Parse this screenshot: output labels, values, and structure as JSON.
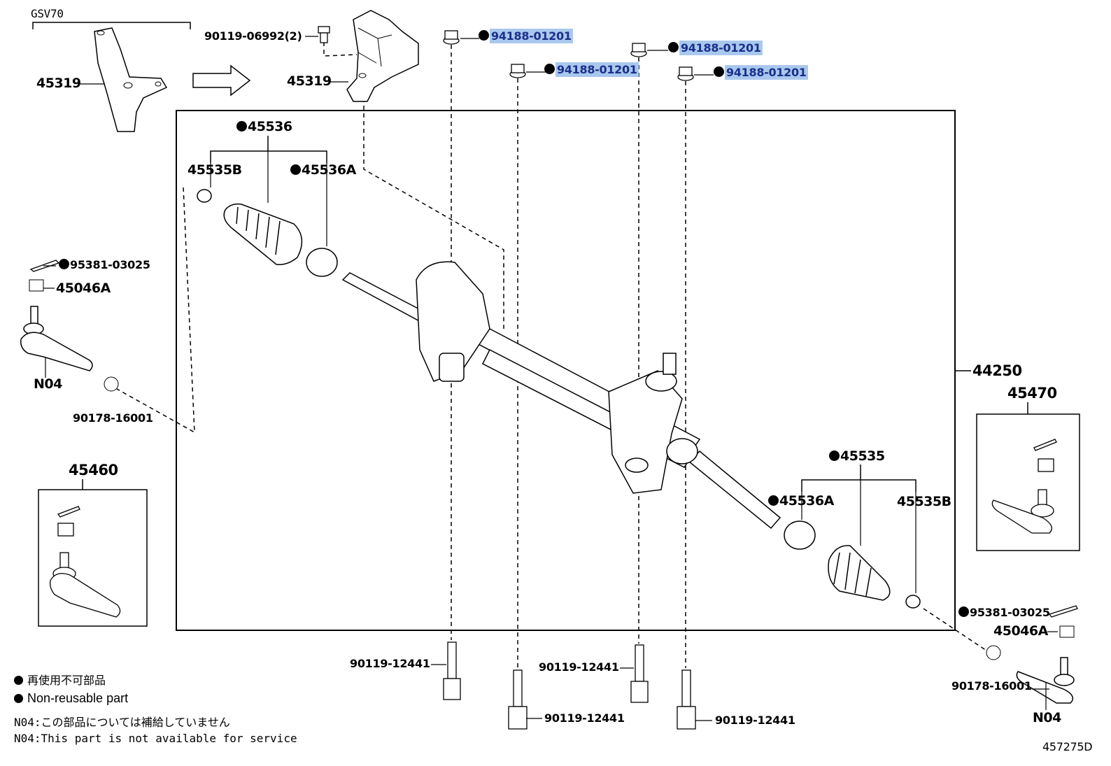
{
  "diagram": {
    "model_code": "GSV70",
    "figure_number": "457275D",
    "parts": {
      "bracket_left": "45319",
      "bracket_right": "45319",
      "bracket_bolt": "90119-06992(2)",
      "nut_1": "94188-01201",
      "nut_2": "94188-01201",
      "nut_3": "94188-01201",
      "nut_4": "94188-01201",
      "boot_kit_left": "45536",
      "clip_left": "45535B",
      "clamp_left": "45536A",
      "cotter_pin_left": "95381-03025",
      "castle_nut_left": "45046A",
      "tie_rod_end_left": "N04",
      "washer_left": "90178-16001",
      "tie_rod_end_assy_left": "45460",
      "gear_assy": "44250",
      "tie_rod_end_assy_right": "45470",
      "boot_kit_right": "45535",
      "clamp_right": "45536A",
      "clip_right": "45535B",
      "cotter_pin_right": "95381-03025",
      "castle_nut_right": "45046A",
      "washer_right": "90178-16001",
      "tie_rod_end_right": "N04",
      "bolt_1": "90119-12441",
      "bolt_2": "90119-12441",
      "bolt_3": "90119-12441",
      "bolt_4": "90119-12441"
    },
    "legend": {
      "non_reusable_jp": "再使用不可部品",
      "non_reusable_en": "Non-reusable part",
      "n04_jp": "N04:この部品については補給していません",
      "n04_en": "N04:This part is not available for service"
    },
    "highlight_color": "#a9c8ee",
    "highlight_text_color": "#1b2f8a"
  }
}
